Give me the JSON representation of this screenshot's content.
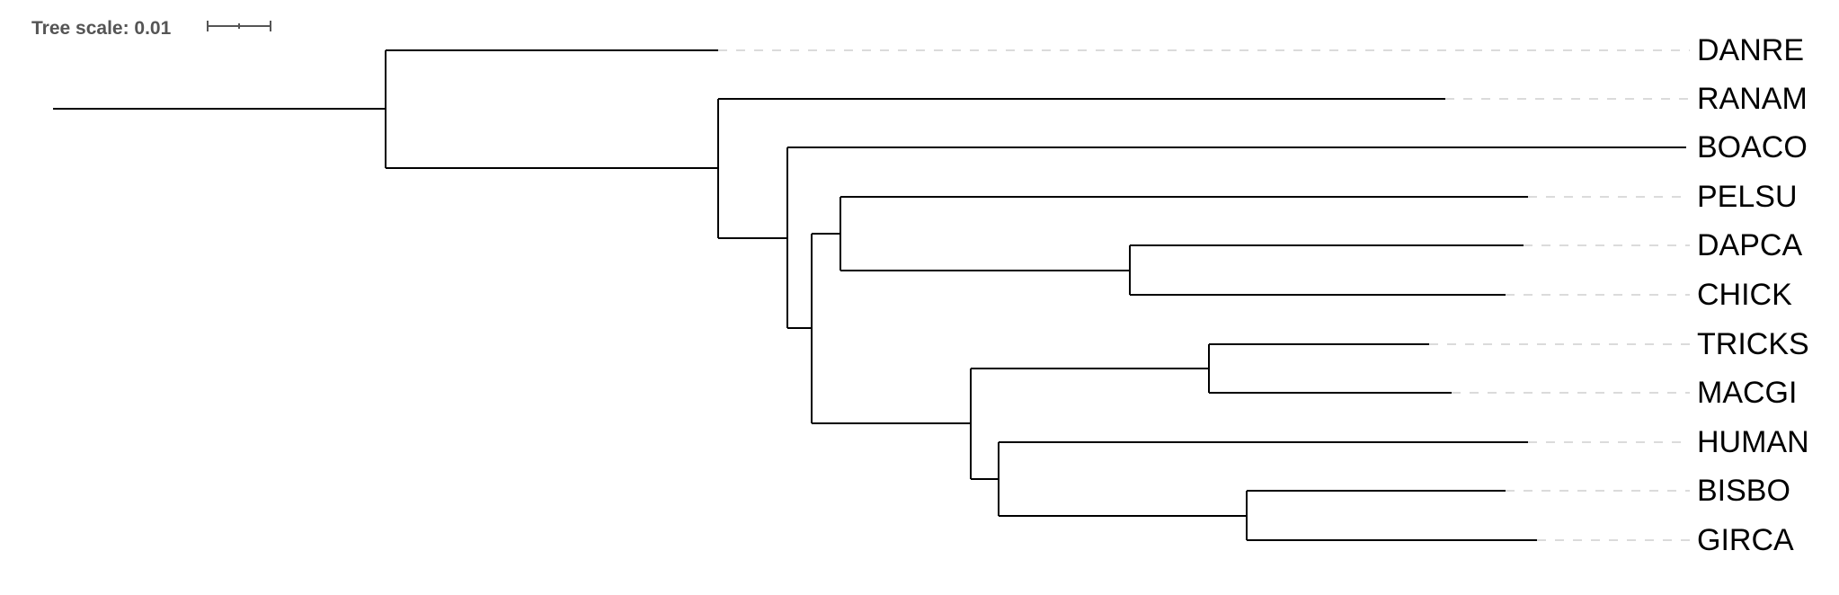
{
  "tree_scale": {
    "label": "Tree scale: 0.01"
  },
  "leaves": [
    "DANRE",
    "RANAM",
    "BOACO",
    "PELSU",
    "DAPCA",
    "CHICK",
    "TRICKS",
    "MACGI",
    "HUMAN",
    "BISBO",
    "GIRCA"
  ],
  "colors": {
    "branch": "#000000",
    "guide": "#cfcfcf",
    "scale": "#555555"
  }
}
